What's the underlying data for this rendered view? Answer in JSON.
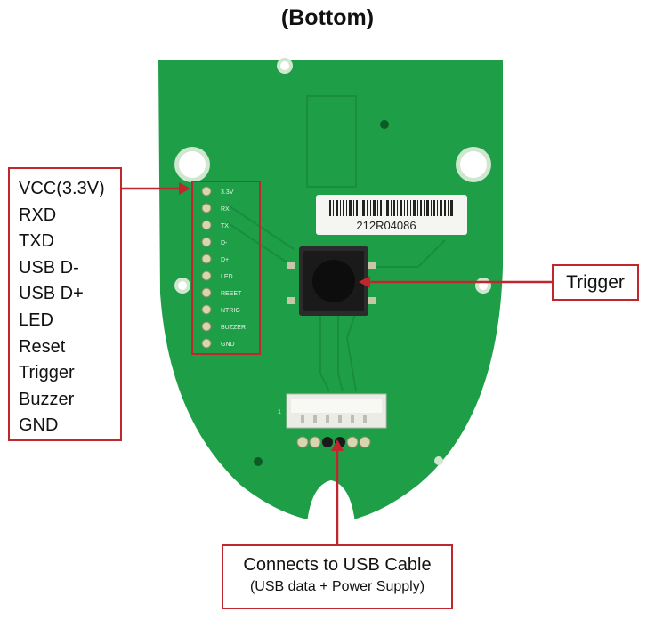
{
  "title": "(Bottom)",
  "pin_labels": [
    "VCC(3.3V)",
    "RXD",
    "TXD",
    "USB D-",
    "USB D+",
    "LED",
    "Reset",
    "Trigger",
    "Buzzer",
    "GND"
  ],
  "board_silkscreen": [
    "3.3V",
    "RX",
    "TX",
    "D-",
    "D+",
    "LED",
    "RESET",
    "NTRIG",
    "BUZZER",
    "GND"
  ],
  "serial_label": "212R04086",
  "connector_label": "1",
  "trigger_label": "Trigger",
  "usb_label": {
    "line1": "Connects to USB Cable",
    "line2": "(USB data + Power Supply)"
  },
  "colors": {
    "callout": "#c0272d",
    "board": "#1f9e48",
    "pad": "#d8d6b0"
  }
}
